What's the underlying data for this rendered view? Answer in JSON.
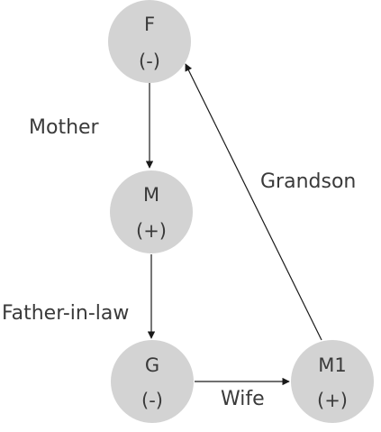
{
  "nodes": {
    "f": {
      "name": "F",
      "sign": "(-)"
    },
    "m": {
      "name": "M",
      "sign": "(+)"
    },
    "g": {
      "name": "G",
      "sign": "(-)"
    },
    "m1": {
      "name": "M1",
      "sign": "(+)"
    }
  },
  "edges": {
    "f_to_m": {
      "label": "Mother"
    },
    "m_to_g": {
      "label": "Father-in-law"
    },
    "g_to_m1": {
      "label": "Wife"
    },
    "m1_to_f": {
      "label": "Grandson"
    }
  },
  "colors": {
    "node_fill": "#d3d3d3",
    "text": "#3a3a3a",
    "edge": "#1a1a1a"
  }
}
